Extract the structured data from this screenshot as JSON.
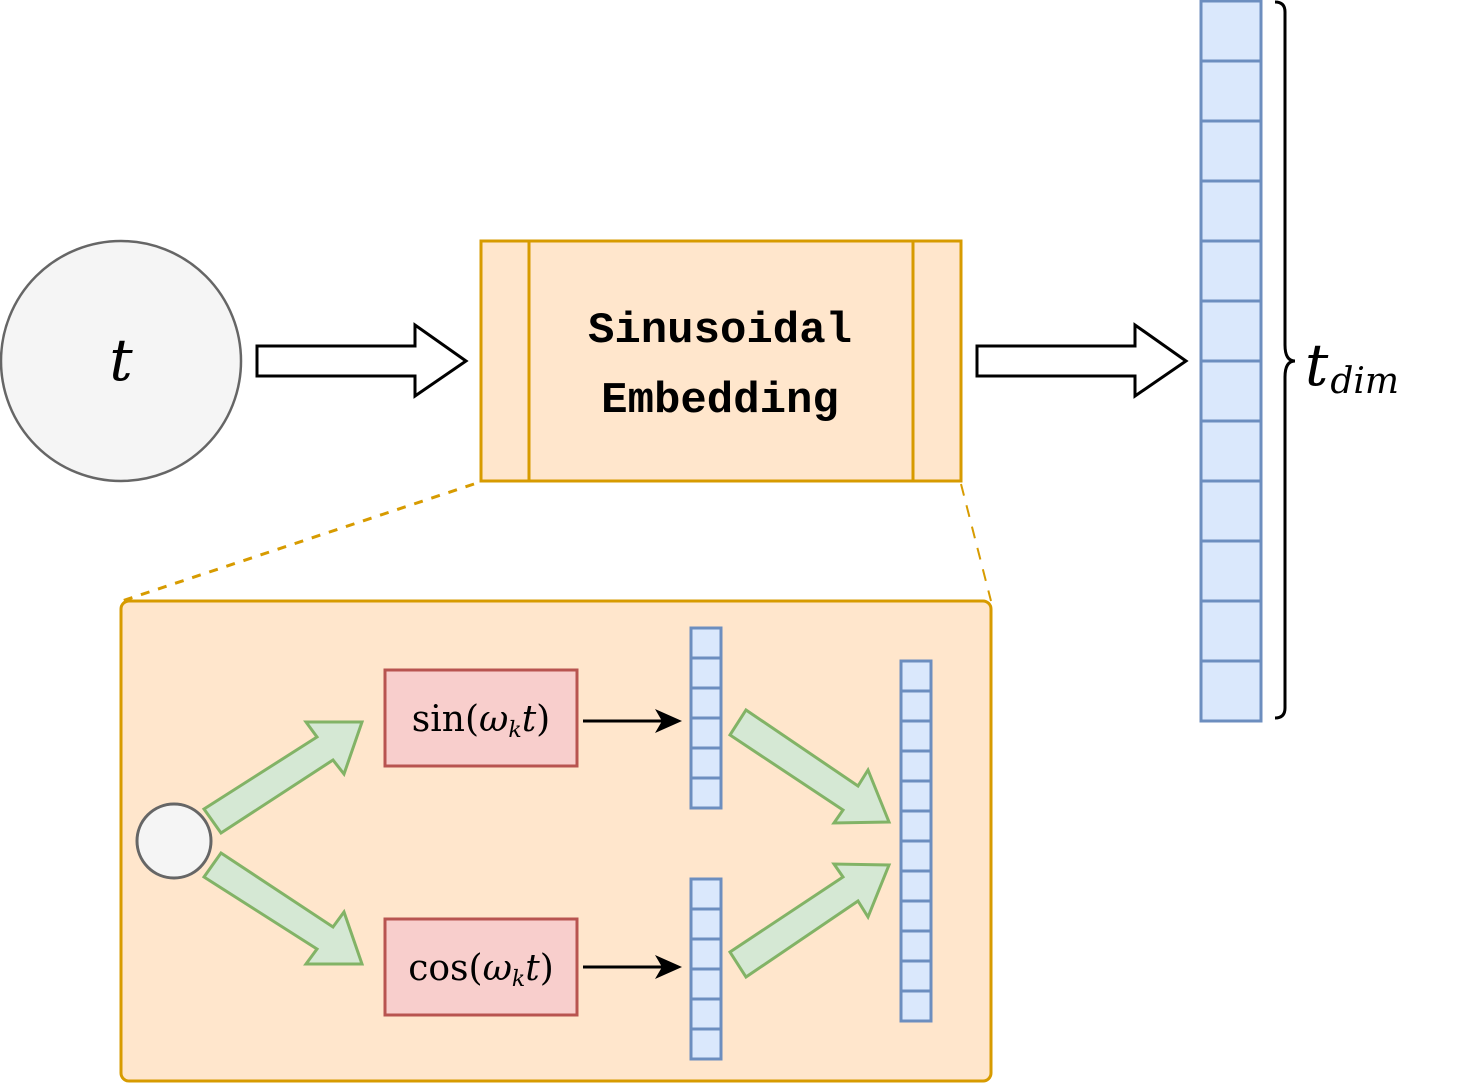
{
  "diagram": {
    "input_node": {
      "label": "t"
    },
    "embedding_block": {
      "line1": "Sinusoidal",
      "line2": "Embedding"
    },
    "output_vector": {
      "cells": 12,
      "label_main": "t",
      "label_sub": "dim"
    },
    "detail_panel": {
      "sin_box": {
        "func": "sin(",
        "omega": "ω",
        "sub": "k",
        "var": "t",
        "close": ")"
      },
      "cos_box": {
        "func": "cos(",
        "omega": "ω",
        "sub": "k",
        "var": "t",
        "close": ")"
      },
      "sin_vector_cells": 6,
      "cos_vector_cells": 6,
      "combined_vector_cells": 12
    },
    "colors": {
      "node_fill": "#f5f5f5",
      "node_stroke": "#666666",
      "block_fill": "#ffe6cc",
      "block_stroke": "#d79b00",
      "vector_fill": "#dae8fc",
      "vector_stroke": "#6c8ebf",
      "func_fill": "#f8cecc",
      "func_stroke": "#b85450",
      "arrow_fill": "#d5e8d4",
      "arrow_stroke": "#82b366"
    }
  }
}
